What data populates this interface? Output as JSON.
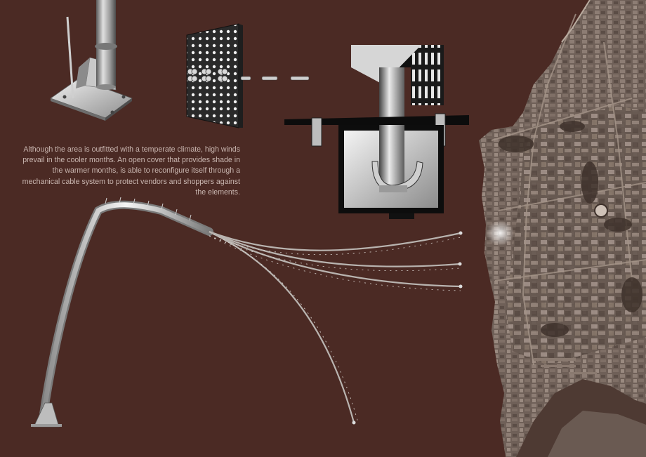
{
  "caption": "Although the area is outfitted with a temperate climate, high winds prevail in the cooler months. An open cover that provides shade in the warmer months, is able to reconfigure itself through a mechanical cable system to protect vendors and shoppers against the elements.",
  "colors": {
    "background": "#4b2a24",
    "caption_text": "#c9b6b0",
    "map_tone": "#7a6a62",
    "metal_light": "#d8d8d8",
    "metal_dark": "#3a3a3a"
  },
  "figures": [
    {
      "name": "base-plate-detail",
      "icon": "steel-column-base-plate"
    },
    {
      "name": "perforated-panel-detail",
      "icon": "perforated-panel-with-bolts"
    },
    {
      "name": "cable-housing-section",
      "icon": "cable-clamp-housing"
    },
    {
      "name": "canopy-arch-positions",
      "icon": "curved-canopy-arm"
    },
    {
      "name": "aerial-site-map",
      "icon": "aerial-photo-of-waterfront-town"
    }
  ]
}
